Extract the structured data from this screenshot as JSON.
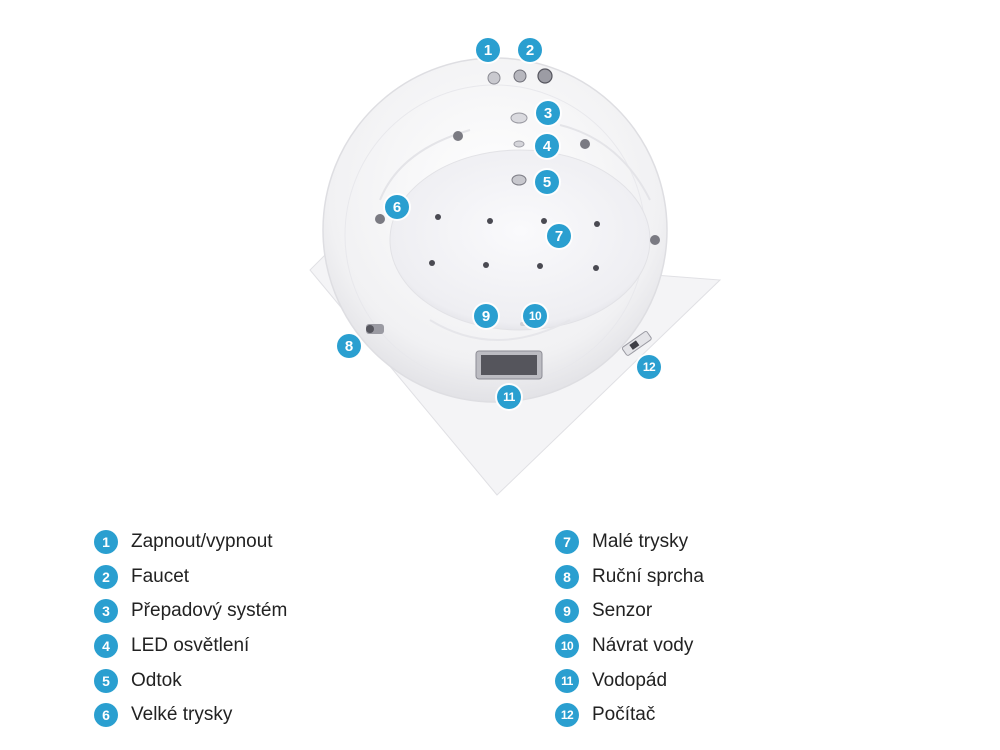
{
  "colors": {
    "badge": "#2a9fd0",
    "badge_text": "#ffffff",
    "label_text": "#222222",
    "tub_shell": "#f2f2f4",
    "tub_basin": "#f7f7f9"
  },
  "callouts": [
    "1",
    "2",
    "3",
    "4",
    "5",
    "6",
    "7",
    "8",
    "9",
    "10",
    "11",
    "12"
  ],
  "legend": {
    "left": [
      {
        "num": "1",
        "label": "Zapnout/vypnout"
      },
      {
        "num": "2",
        "label": "Faucet"
      },
      {
        "num": "3",
        "label": "Přepadový systém"
      },
      {
        "num": "4",
        "label": "LED osvětlení"
      },
      {
        "num": "5",
        "label": "Odtok"
      },
      {
        "num": "6",
        "label": "Velké trysky"
      }
    ],
    "right": [
      {
        "num": "7",
        "label": "Malé trysky"
      },
      {
        "num": "8",
        "label": "Ruční sprcha"
      },
      {
        "num": "9",
        "label": "Senzor"
      },
      {
        "num": "10",
        "label": "Návrat vody"
      },
      {
        "num": "11",
        "label": "Vodopád"
      },
      {
        "num": "12",
        "label": "Počítač"
      }
    ]
  }
}
